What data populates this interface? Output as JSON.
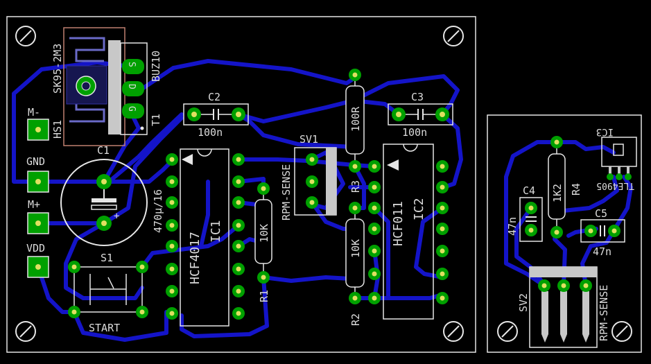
{
  "colors": {
    "background": "#000000",
    "outline": "#e6e6e6",
    "trace": "#1414c8",
    "pad": "#00a000",
    "pad_core": "#e0e060",
    "via": "#00a000",
    "text": "#dcdcdc"
  },
  "components": {
    "t1_name": "T1",
    "t1_value": "BUZ10",
    "t1_pin_s": "S",
    "t1_pin_d": "D",
    "t1_pin_g": "G",
    "hs1_name": "HS1",
    "hs1_value": "SK95-2M3",
    "c1_name": "C1",
    "c1_value": "470µ/16",
    "c2_name": "C2",
    "c2_value": "100n",
    "c3_name": "C3",
    "c3_value": "100n",
    "c4_name": "C4",
    "c4_value": "47n",
    "c5_name": "C5",
    "c5_value": "47n",
    "sv1_name": "SV1",
    "sv1_value": "RPM-SENSE",
    "sv2_name": "SV2",
    "sv2_value": "RPM-SENSE",
    "ic1_name": "IC1",
    "ic1_value": "HCF4017",
    "ic2_name": "IC2",
    "ic2_value": "HCF011",
    "ic3_name": "IC3",
    "ic3_value": "TLE4905",
    "r1_name": "R1",
    "r1_value": "10K",
    "r2_name": "R2",
    "r2_value": "10K",
    "r3_name": "R3",
    "r3_value": "100R",
    "r4_name": "R4",
    "r4_value": "1K2",
    "s1_name": "S1",
    "s1_value": "START"
  },
  "connectors": {
    "m_minus": "M-",
    "gnd": "GND",
    "m_plus": "M+",
    "vdd": "VDD"
  }
}
